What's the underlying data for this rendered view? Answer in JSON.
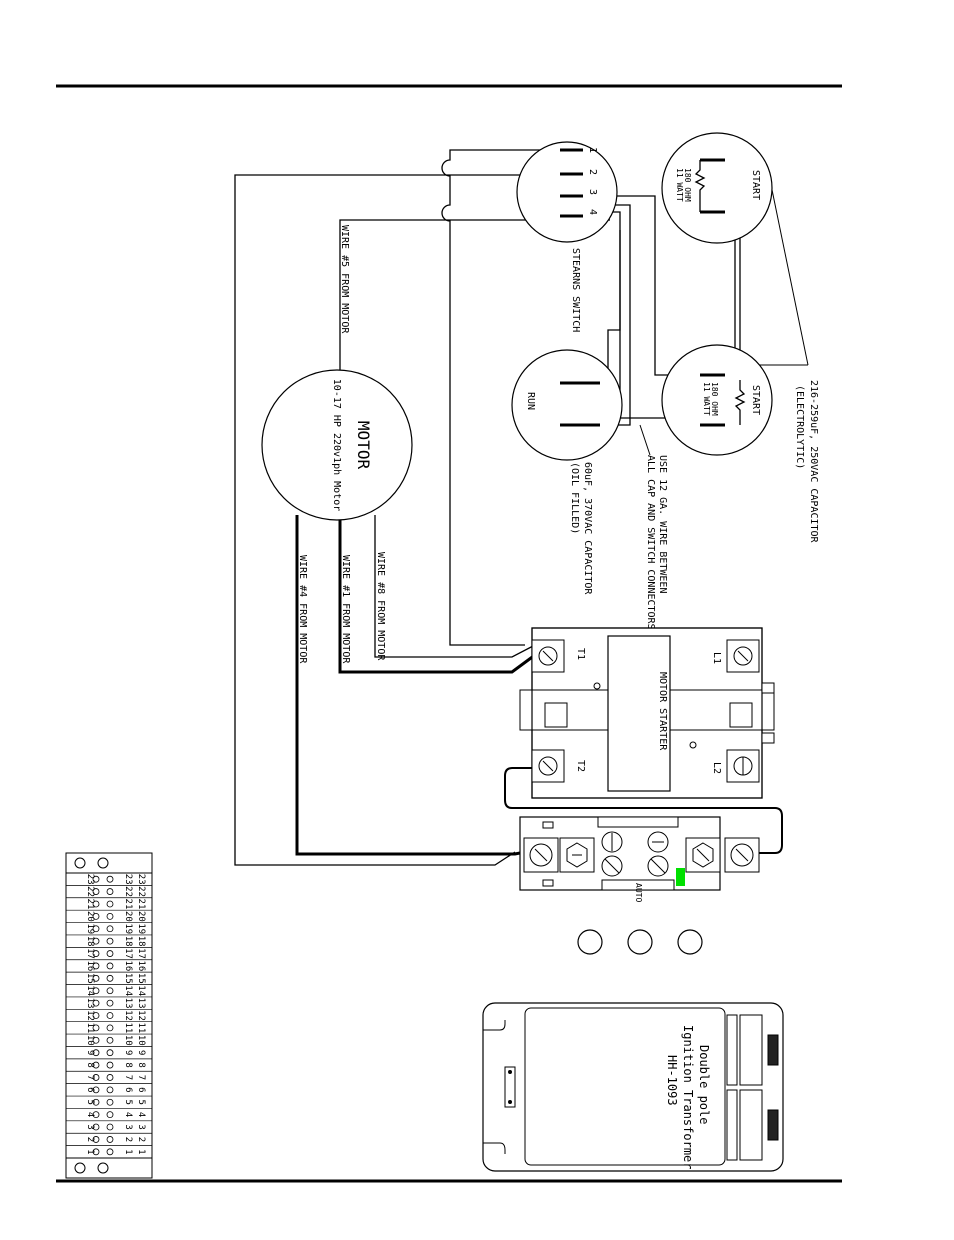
{
  "motor": {
    "title": "MOTOR",
    "subtitle": "10-17 HP 220v1ph Motor"
  },
  "wires": {
    "wire5": "WIRE #5 FROM MOTOR",
    "wire8": "WIRE #8 FROM MOTOR",
    "wire1": "WIRE #1 FROM MOTOR",
    "wire4": "WIRE #4 FROM MOTOR"
  },
  "stearns_switch": {
    "label": "STEARNS SWITCH",
    "terminals": [
      "1",
      "2",
      "3",
      "4"
    ]
  },
  "start_cap_top": {
    "label": "START",
    "resistor_ohm": "180 OHM",
    "resistor_watt": "11 WATT"
  },
  "start_cap_bottom": {
    "label": "START",
    "resistor_ohm": "180 OHM",
    "resistor_watt": "11 WATT"
  },
  "start_cap_note": {
    "line1": "216-259uF, 250VAC CAPACITOR",
    "line2": "(ELECTROLYTIC)"
  },
  "run_cap": {
    "label": "RUN",
    "note_line1": "60uF, 370VAC CAPACITOR",
    "note_line2": "(OIL FILLED)"
  },
  "wire_note": {
    "line1": "USE 12 GA. WIRE BETWEEN",
    "line2": "ALL CAP AND SWITCH CONNECTORS"
  },
  "starter": {
    "label": "MOTOR STARTER",
    "t1": "T1",
    "t2": "T2",
    "l1": "L1",
    "l2": "L2"
  },
  "overload": {
    "label": "AUTO",
    "indicator_color": "#00e000"
  },
  "transformer": {
    "line1": "Double pole",
    "line2": "Ignition Transformer",
    "line3": "HH-1093"
  },
  "terminal_strip": {
    "numbers": [
      "23",
      "22",
      "21",
      "20",
      "19",
      "18",
      "17",
      "16",
      "15",
      "14",
      "13",
      "12",
      "11",
      "10",
      "9",
      "8",
      "7",
      "6",
      "5",
      "4",
      "3",
      "2",
      "1"
    ]
  }
}
